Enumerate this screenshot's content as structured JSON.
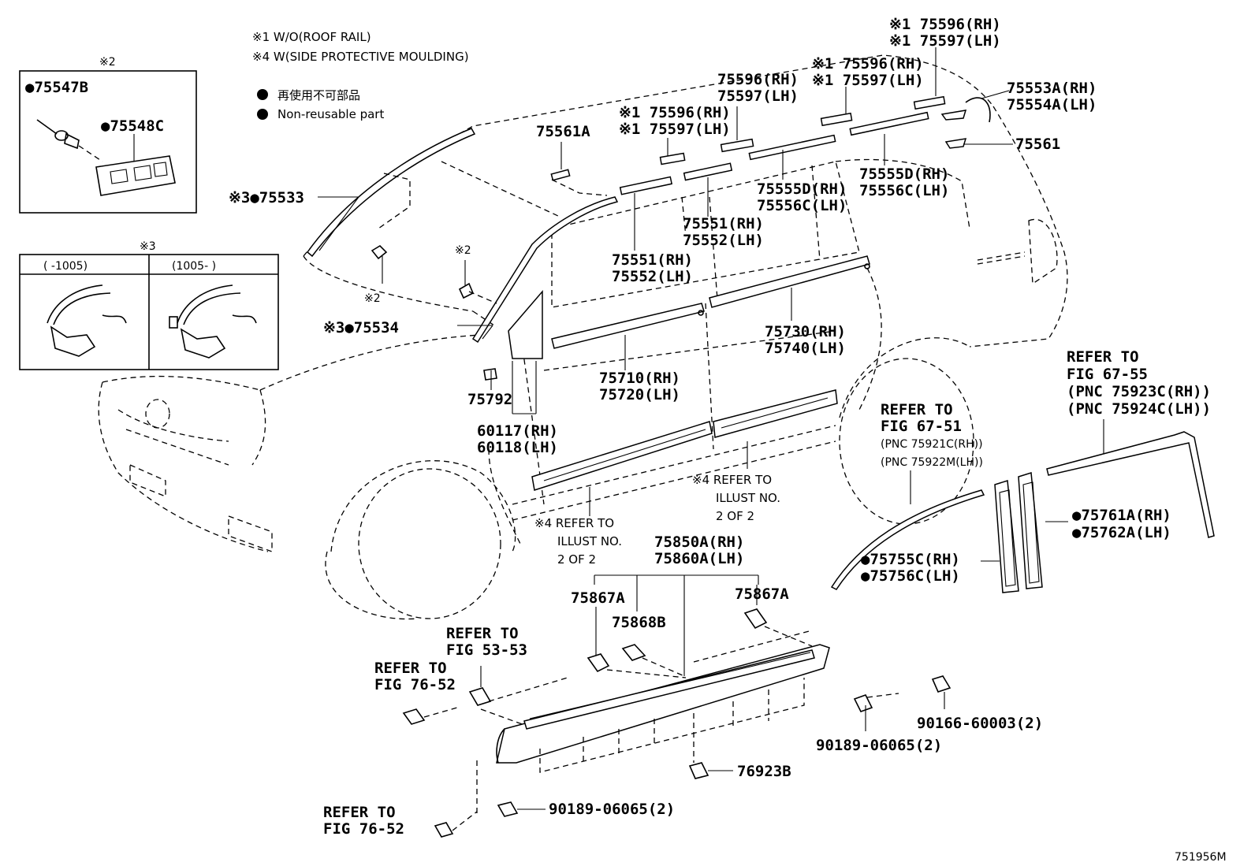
{
  "header_notes": {
    "n1": "※1 W/O(ROOF RAIL)",
    "n4": "※4 W(SIDE PROTECTIVE MOULDING)",
    "legend_jp": "再使用不可部品",
    "legend_en": "Non-reusable part"
  },
  "inset2": {
    "title": "※2",
    "p1": "●75547B",
    "p2": "●75548C"
  },
  "inset3": {
    "title": "※3",
    "h1": "(     -1005)",
    "h2": "(1005-     )"
  },
  "parts": {
    "p75533": "※3●75533",
    "p75534": "※3●75534",
    "mark2a": "※2",
    "mark2b": "※2",
    "p75561A": "75561A",
    "p75596_1": "※1 75596(RH)",
    "p75597_1": "※1 75597(LH)",
    "p75596_2": "75596(RH)",
    "p75597_2": "75597(LH)",
    "p75596_3": "※1 75596(RH)",
    "p75597_3": "※1 75597(LH)",
    "p75596_4": "※1 75596(RH)",
    "p75597_4": "※1 75597(LH)",
    "p75553A": "75553A(RH)",
    "p75554A": "75554A(LH)",
    "p75561": "75561",
    "p75555D_a": "75555D(RH)",
    "p75556C_a": "75556C(LH)",
    "p75555D_b": "75555D(RH)",
    "p75556C_b": "75556C(LH)",
    "p75551_a": "75551(RH)",
    "p75552_a": "75552(LH)",
    "p75551_b": "75551(RH)",
    "p75552_b": "75552(LH)",
    "p75730": "75730(RH)",
    "p75740": "75740(LH)",
    "p75710": "75710(RH)",
    "p75720": "75720(LH)",
    "p75792": "75792",
    "p60117": "60117(RH)",
    "p60118": "60118(LH)",
    "ref4a_1": "※4 REFER TO",
    "ref4a_2": "ILLUST NO.",
    "ref4a_3": "2 OF 2",
    "ref4b_1": "※4 REFER TO",
    "ref4b_2": "ILLUST NO.",
    "ref4b_3": "2 OF 2",
    "ref6751_1": "REFER TO",
    "ref6751_2": "FIG 67-51",
    "ref6751_3": "(PNC 75921C(RH))",
    "ref6751_4": "(PNC 75922M(LH))",
    "ref6755_1": "REFER TO",
    "ref6755_2": "FIG 67-55",
    "ref6755_3": "(PNC 75923C(RH))",
    "ref6755_4": "(PNC 75924C(LH))",
    "p75761A": "●75761A(RH)",
    "p75762A": "●75762A(LH)",
    "p75755C": "●75755C(RH)",
    "p75756C": "●75756C(LH)",
    "p75850A": "75850A(RH)",
    "p75860A": "75860A(LH)",
    "p75867A_a": "75867A",
    "p75867A_b": "75867A",
    "p75868B": "75868B",
    "ref5353_1": "REFER TO",
    "ref5353_2": "FIG 53-53",
    "ref7652a_1": "REFER TO",
    "ref7652a_2": "FIG 76-52",
    "ref7652b_1": "REFER TO",
    "ref7652b_2": "FIG 76-52",
    "p90166": "90166-60003(2)",
    "p90189_a": "90189-06065(2)",
    "p90189_b": "90189-06065(2)",
    "p76923B": "76923B"
  },
  "figure_id": "751956M"
}
